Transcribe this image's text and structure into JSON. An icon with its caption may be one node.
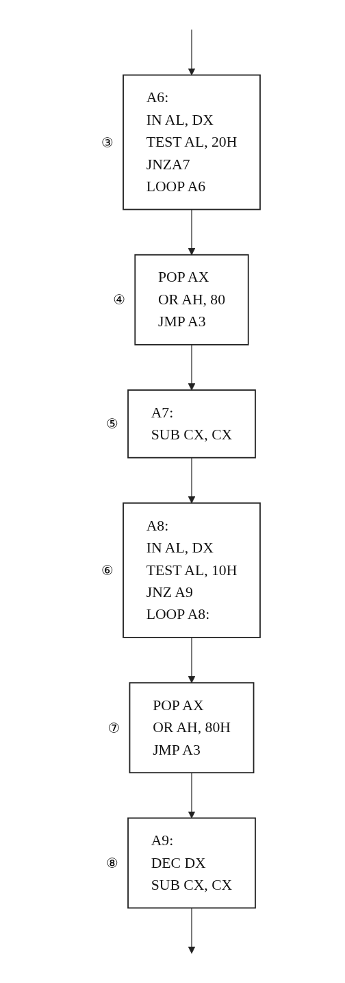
{
  "diagram": {
    "nodes": [
      {
        "text": [
          "A6:",
          "IN  AL, DX",
          "TEST AL, 20H",
          "JNZA7",
          "LOOP A6"
        ],
        "beside": [
          "③"
        ]
      },
      {
        "text": [
          "POP  AX",
          "OR  AH, 80",
          "JMP A3"
        ],
        "beside": [
          "④"
        ]
      },
      {
        "text": [
          "A7:",
          "SUB CX, CX"
        ],
        "beside": [
          "⑤"
        ]
      },
      {
        "text": [
          "A8:",
          "IN  AL, DX",
          "TEST  AL, 10H",
          "JNZ  A9",
          "LOOP A8:"
        ],
        "beside": [
          "⑥"
        ]
      },
      {
        "text": [
          "POP  AX",
          "OR  AH, 80H",
          "JMP A3"
        ],
        "beside": [
          "⑦"
        ]
      },
      {
        "text": [
          "A9:",
          "DEC  DX",
          "SUB  CX, CX"
        ],
        "beside": [
          "⑧"
        ]
      }
    ],
    "edges": [
      {
        "from": null,
        "to": 0,
        "arrow": "to"
      },
      {
        "from": 0,
        "to": 1,
        "arrow": "to"
      },
      {
        "from": 1,
        "to": 2,
        "arrow": "to"
      },
      {
        "from": 2,
        "to": 3,
        "arrow": "to"
      },
      {
        "from": 3,
        "to": 4,
        "arrow": "to"
      },
      {
        "from": 4,
        "to": 5,
        "arrow": "to"
      },
      {
        "from": 5,
        "to": null,
        "arrow": "to"
      }
    ]
  }
}
